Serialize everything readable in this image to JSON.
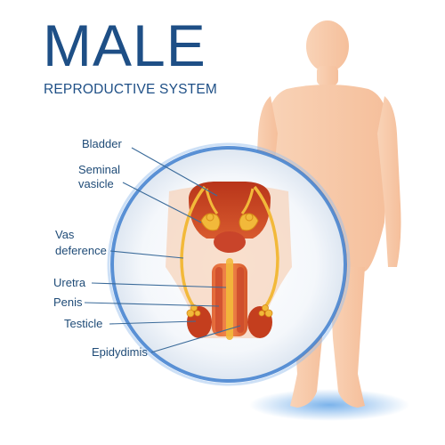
{
  "title": "MALE",
  "subtitle": "REPRODUCTIVE SYSTEM",
  "labels": {
    "bladder": "Bladder",
    "seminal_line1": "Seminal",
    "seminal_line2": "vasicle",
    "vas_line1": "Vas",
    "vas_line2": "deference",
    "uretra": "Uretra",
    "penis": "Penis",
    "testicle": "Testicle",
    "epidydimis": "Epidydimis"
  },
  "stock_id": "257802429",
  "colors": {
    "title": "#1e4f86",
    "label": "#1f4b77",
    "leader_line": "#3b6b9a",
    "body_silhouette": "#f7c9a8",
    "circle_ring": "#3f7fcf",
    "organ_red": "#c43e1e",
    "organ_gold": "#f2b93a"
  }
}
